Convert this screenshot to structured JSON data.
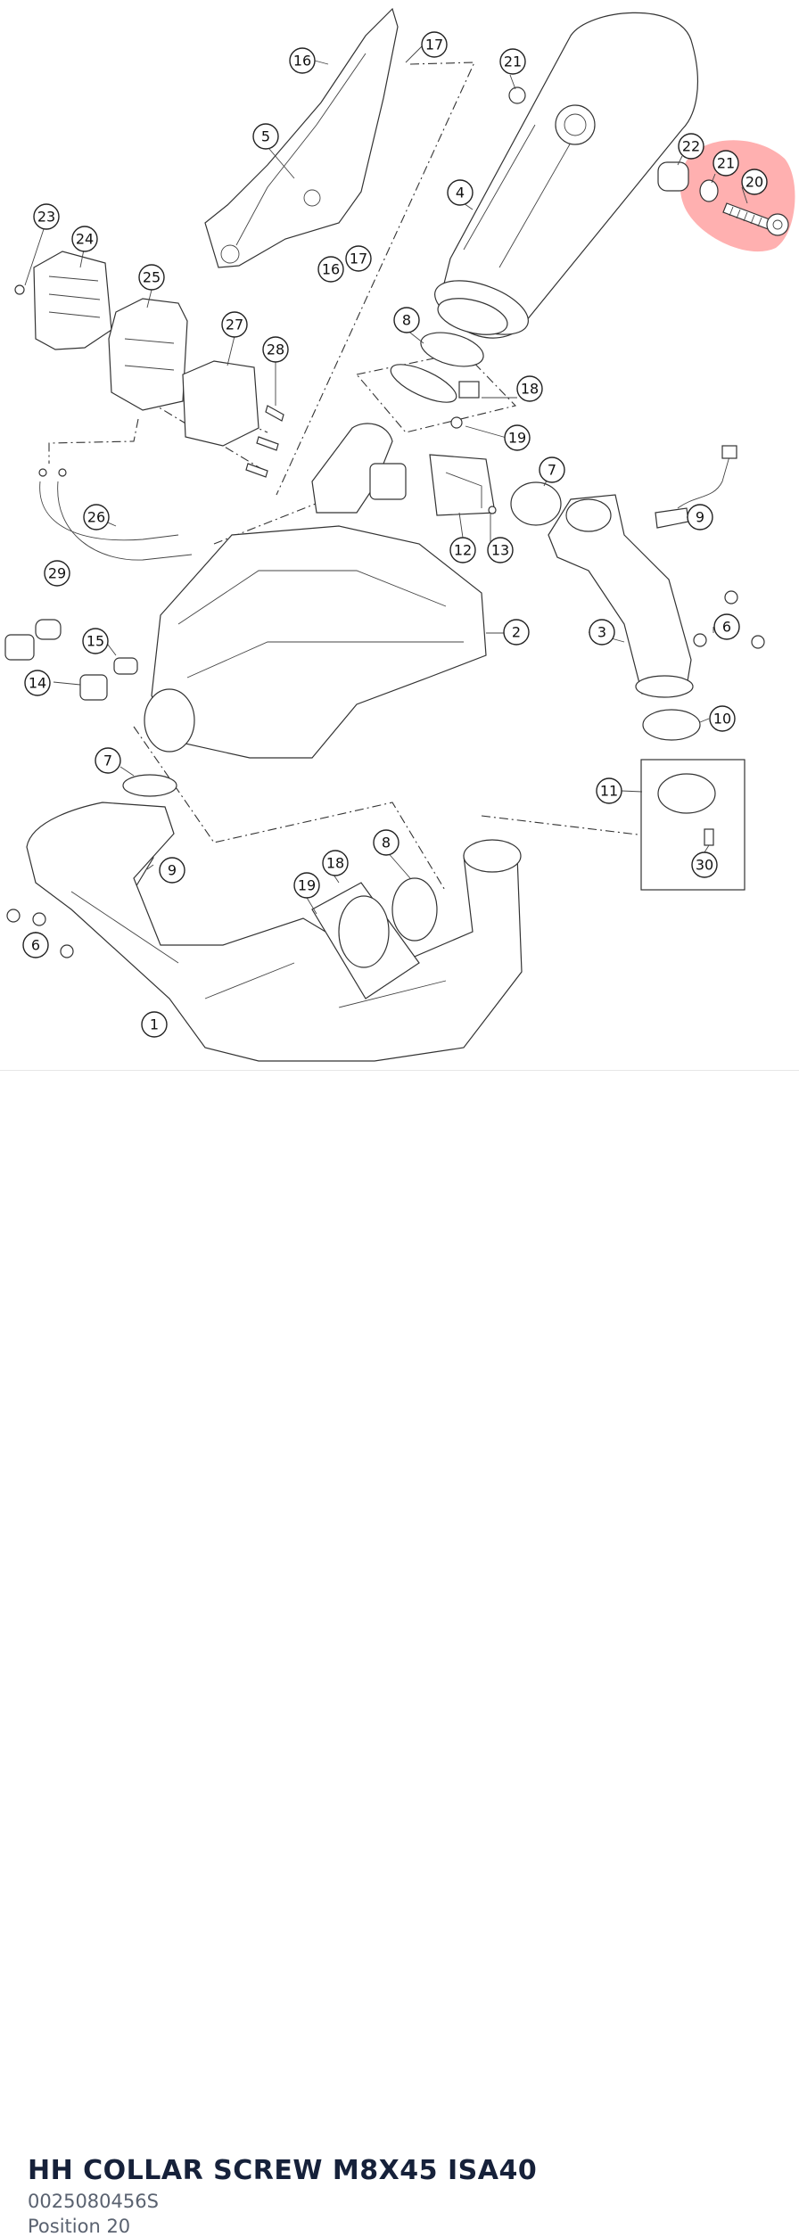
{
  "diagram": {
    "callouts": [
      "1",
      "2",
      "3",
      "4",
      "5",
      "6",
      "6",
      "7",
      "7",
      "8",
      "8",
      "9",
      "9",
      "10",
      "11",
      "12",
      "13",
      "14",
      "15",
      "16",
      "16",
      "17",
      "17",
      "18",
      "18",
      "19",
      "19",
      "20",
      "21",
      "21",
      "22",
      "23",
      "24",
      "25",
      "26",
      "27",
      "28",
      "29",
      "30"
    ],
    "highlight_color": "#ff5050"
  },
  "part": {
    "title": "HH COLLAR SCREW M8X45 ISA40",
    "number": "0025080456S",
    "position": "Position 20"
  }
}
